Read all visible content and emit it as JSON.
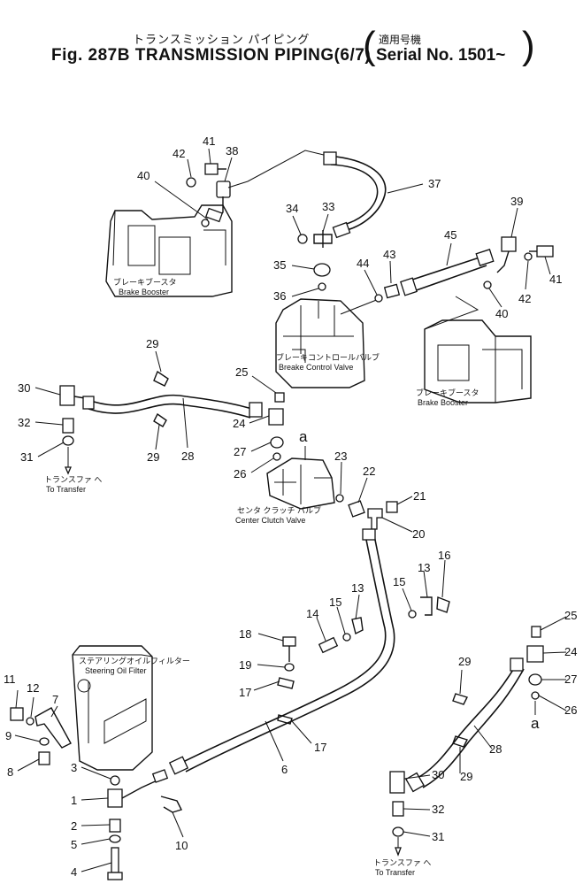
{
  "title": {
    "japanese": "トランスミッション パイピング",
    "english": "Fig. 287B TRANSMISSION PIPING(6/7)",
    "serial_japanese": "適用号機",
    "serial_english": "Serial No. 1501~"
  },
  "components": {
    "brake_booster_left_jp": "ブレーキブースタ",
    "brake_booster_left_en": "Brake Booster",
    "brake_control_valve_jp": "ブレーキコントロールバルブ",
    "brake_control_valve_en": "Breake Control Valve",
    "brake_booster_right_jp": "ブレーキブースタ",
    "brake_booster_right_en": "Brake Booster",
    "to_transfer_left_jp": "トランスファ へ",
    "to_transfer_left_en": "To Transfer",
    "center_clutch_valve_jp": "センタ クラッチ バルブ",
    "center_clutch_valve_en": "Center Clutch Valve",
    "steering_oil_filter_jp": "ステアリングオイルフィルター",
    "steering_oil_filter_en": "Steering Oil Filter",
    "to_transfer_right_jp": "トランスファ へ",
    "to_transfer_right_en": "To Transfer",
    "connection_mark_upper": "a",
    "connection_mark_lower": "a"
  },
  "callouts": {
    "c1": "1",
    "c2": "2",
    "c3": "3",
    "c4": "4",
    "c5": "5",
    "c6": "6",
    "c7": "7",
    "c8": "8",
    "c9": "9",
    "c10": "10",
    "c11": "11",
    "c12": "12",
    "c13a": "13",
    "c13b": "13",
    "c14": "14",
    "c15a": "15",
    "c15b": "15",
    "c16": "16",
    "c17a": "17",
    "c17b": "17",
    "c18": "18",
    "c19": "19",
    "c20": "20",
    "c21": "21",
    "c22": "22",
    "c23": "23",
    "c24a": "24",
    "c24b": "24",
    "c25a": "25",
    "c25b": "25",
    "c26a": "26",
    "c26b": "26",
    "c27a": "27",
    "c27b": "27",
    "c28a": "28",
    "c28b": "28",
    "c29a": "29",
    "c29b": "29",
    "c29c": "29",
    "c29d": "29",
    "c30a": "30",
    "c30b": "30",
    "c31a": "31",
    "c31b": "31",
    "c32a": "32",
    "c32b": "32",
    "c33": "33",
    "c34": "34",
    "c35": "35",
    "c36": "36",
    "c37": "37",
    "c38": "38",
    "c39": "39",
    "c40a": "40",
    "c40b": "40",
    "c41a": "41",
    "c41b": "41",
    "c42a": "42",
    "c42b": "42",
    "c43": "43",
    "c44": "44",
    "c45": "45"
  }
}
